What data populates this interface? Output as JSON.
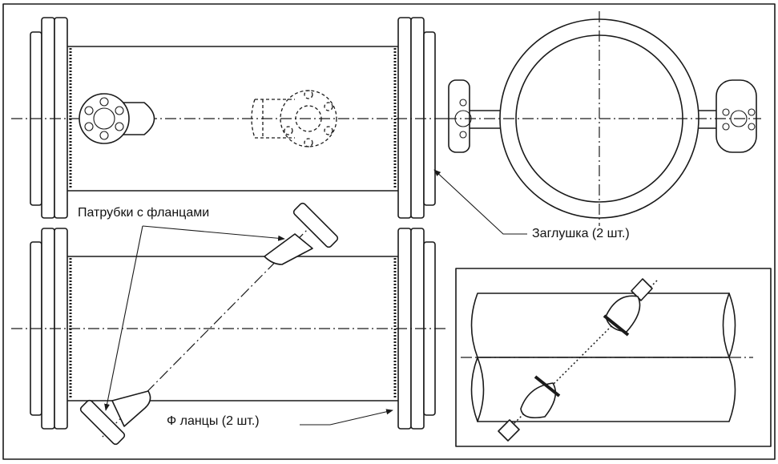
{
  "labels": {
    "nozzles": "Патрубки с фланцами",
    "plug": "Заглушка (2 шт.)",
    "flanges": "Ф ланцы (2 шт.)"
  }
}
